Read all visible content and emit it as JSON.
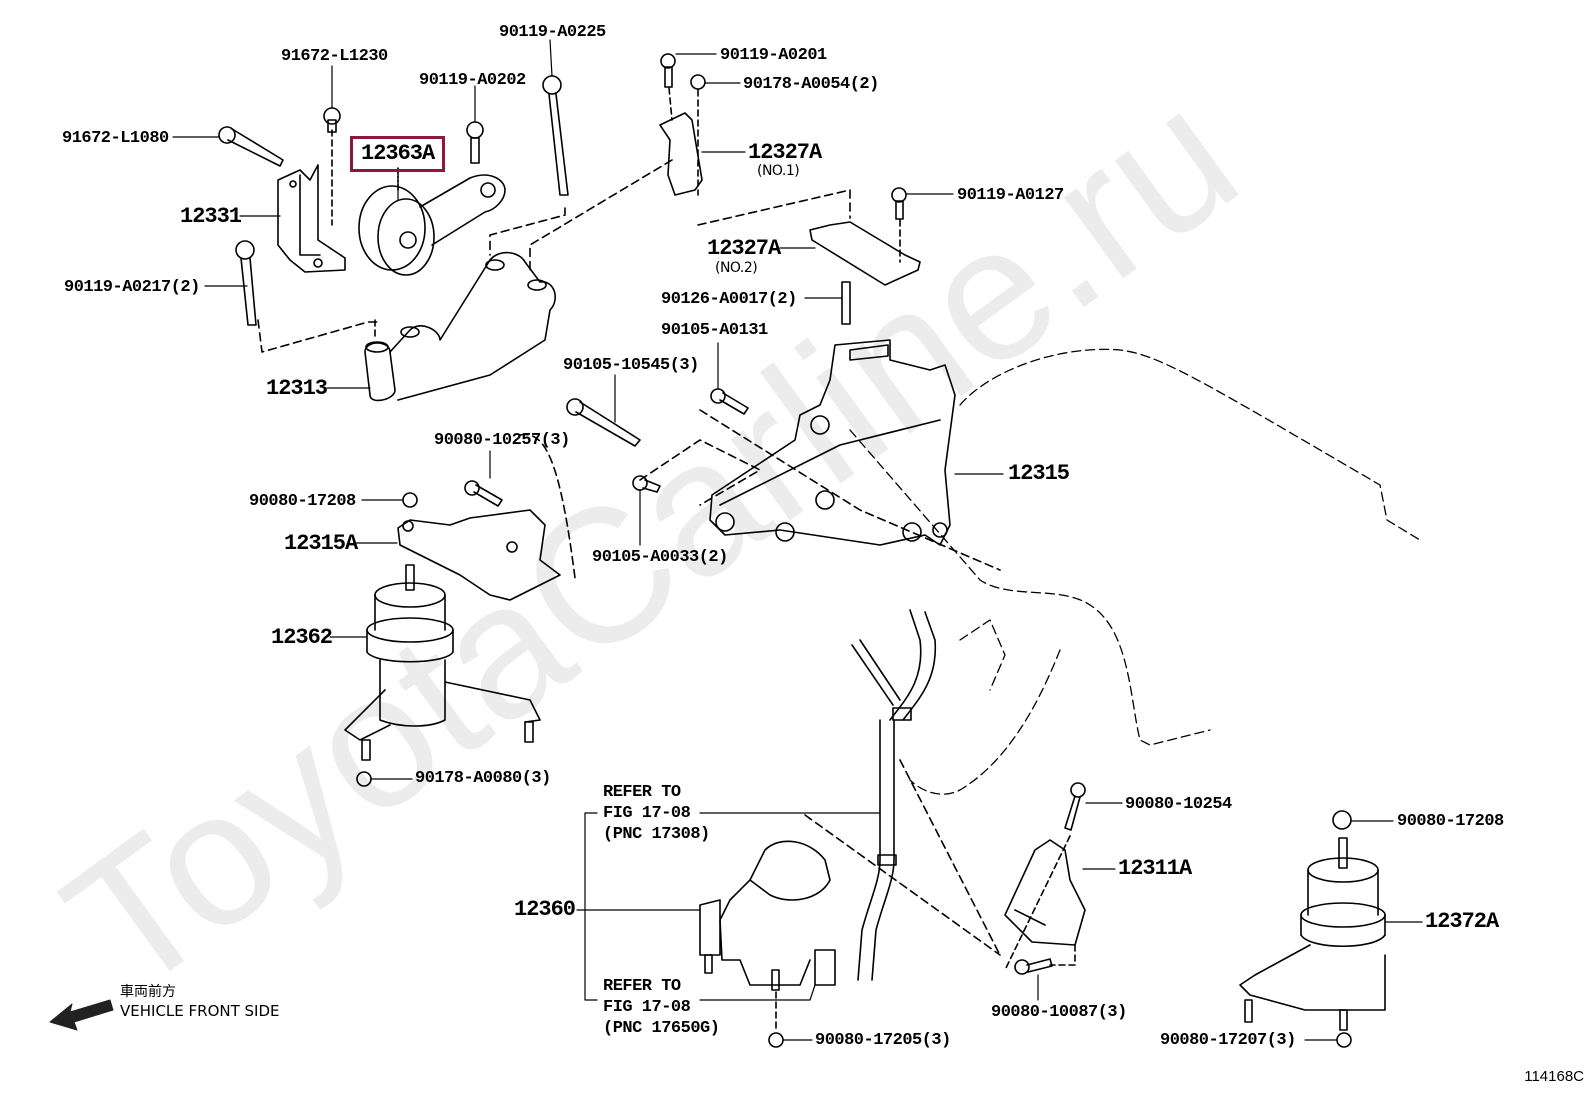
{
  "diagram": {
    "title": "Engine Mounting Parts Diagram",
    "watermark": "ToyotaCarline.ru",
    "figure_id": "114168C",
    "highlight_color": "#8b1a3a",
    "highlighted_part": "12363A"
  },
  "parts": {
    "p91672_L1230": "91672-L1230",
    "p91672_L1080": "91672-L1080",
    "p90119_A0202": "90119-A0202",
    "p90119_A0225": "90119-A0225",
    "p90119_A0201": "90119-A0201",
    "p90178_A0054": "90178-A0054(2)",
    "p12363A": "12363A",
    "p12327A_1": "12327A",
    "p12327A_1_sub": "(NO.1)",
    "p12331": "12331",
    "p90119_A0127": "90119-A0127",
    "p12327A_2": "12327A",
    "p12327A_2_sub": "(NO.2)",
    "p90119_A0217": "90119-A0217(2)",
    "p90126_A0017": "90126-A0017(2)",
    "p90105_A0131": "90105-A0131",
    "p12313": "12313",
    "p90105_10545": "90105-10545(3)",
    "p90080_10257": "90080-10257(3)",
    "p12315": "12315",
    "p90080_17208_a": "90080-17208",
    "p12315A": "12315A",
    "p90105_A0033": "90105-A0033(2)",
    "p12362": "12362",
    "p90178_A0080": "90178-A0080(3)",
    "p90080_10254": "90080-10254",
    "p90080_17208_b": "90080-17208",
    "p12311A": "12311A",
    "p12360": "12360",
    "p12372A": "12372A",
    "p90080_10087": "90080-10087(3)",
    "p90080_17205": "90080-17205(3)",
    "p90080_17207": "90080-17207(3)"
  },
  "references": {
    "upper": "REFER TO\nFIG 17-08\n(PNC 17308)",
    "lower": "REFER TO\nFIG 17-08\n(PNC 17650G)"
  },
  "direction": {
    "icon": "arrow-left-icon",
    "label_jp": "車両前方",
    "label_en": "VEHICLE FRONT SIDE"
  }
}
